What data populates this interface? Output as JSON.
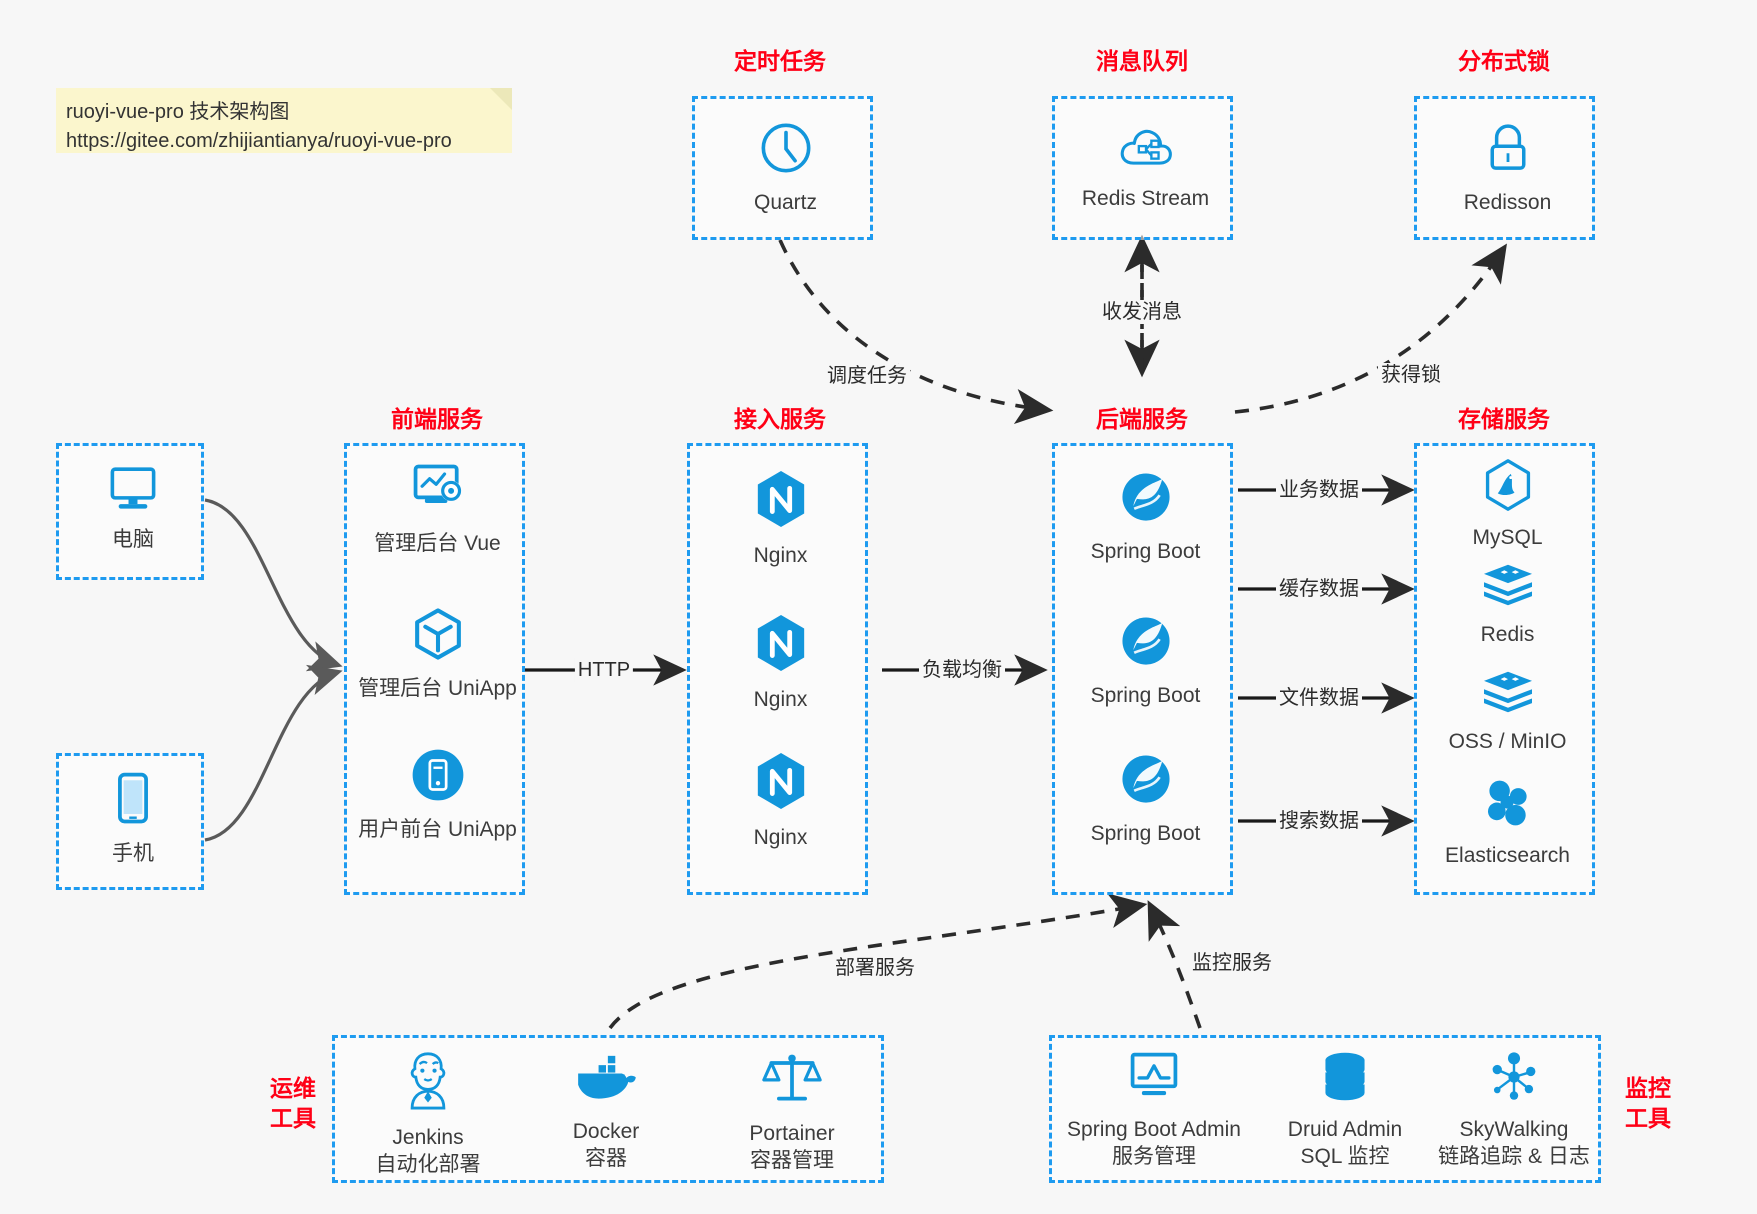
{
  "note": {
    "line1": "ruoyi-vue-pro 技术架构图",
    "line2": "https://gitee.com/zhijiantianya/ruoyi-vue-pro"
  },
  "colors": {
    "accent_blue": "#1e9bf0",
    "icon_blue": "#1296db",
    "title_red": "#ff0016",
    "text_dark": "#3c3c3c",
    "background": "#f7f7f7",
    "note_yellow": "#fbf6cd",
    "edge_gray": "#5a5a5a",
    "edge_dark": "#2b2b2b"
  },
  "groups": {
    "scheduler": {
      "title": "定时任务",
      "nodes": [
        {
          "label": "Quartz",
          "icon": "clock-icon"
        }
      ]
    },
    "mq": {
      "title": "消息队列",
      "nodes": [
        {
          "label": "Redis Stream",
          "icon": "cloud-stream-icon"
        }
      ]
    },
    "lock": {
      "title": "分布式锁",
      "nodes": [
        {
          "label": "Redisson",
          "icon": "lock-icon"
        }
      ]
    },
    "clients": {
      "title": "",
      "nodes": [
        {
          "label": "电脑",
          "icon": "desktop-icon"
        },
        {
          "label": "手机",
          "icon": "phone-icon"
        }
      ]
    },
    "frontend": {
      "title": "前端服务",
      "nodes": [
        {
          "label": "管理后台 Vue",
          "icon": "dashboard-gear-icon"
        },
        {
          "label": "管理后台 UniApp",
          "icon": "cube-icon"
        },
        {
          "label": "用户前台 UniApp",
          "icon": "mobile-app-icon"
        }
      ]
    },
    "gateway": {
      "title": "接入服务",
      "nodes": [
        {
          "label": "Nginx",
          "icon": "nginx-icon"
        },
        {
          "label": "Nginx",
          "icon": "nginx-icon"
        },
        {
          "label": "Nginx",
          "icon": "nginx-icon"
        }
      ]
    },
    "backend": {
      "title": "后端服务",
      "nodes": [
        {
          "label": "Spring Boot",
          "icon": "spring-icon"
        },
        {
          "label": "Spring Boot",
          "icon": "spring-icon"
        },
        {
          "label": "Spring Boot",
          "icon": "spring-icon"
        }
      ]
    },
    "storage": {
      "title": "存储服务",
      "nodes": [
        {
          "label": "MySQL",
          "icon": "mysql-icon"
        },
        {
          "label": "Redis",
          "icon": "redis-icon"
        },
        {
          "label": "OSS / MinIO",
          "icon": "oss-icon"
        },
        {
          "label": "Elasticsearch",
          "icon": "elasticsearch-icon"
        }
      ]
    },
    "ops": {
      "title": "运维\n工具",
      "title_line1": "运维",
      "title_line2": "工具",
      "nodes": [
        {
          "label": "Jenkins",
          "sub": "自动化部署",
          "icon": "jenkins-icon"
        },
        {
          "label": "Docker",
          "sub": "容器",
          "icon": "docker-icon"
        },
        {
          "label": "Portainer",
          "sub": "容器管理",
          "icon": "portainer-icon"
        }
      ]
    },
    "monitor": {
      "title_line1": "监控",
      "title_line2": "工具",
      "nodes": [
        {
          "label": "Spring Boot Admin",
          "sub": "服务管理",
          "icon": "monitor-chart-icon"
        },
        {
          "label": "Druid Admin",
          "sub": "SQL 监控",
          "icon": "database-icon"
        },
        {
          "label": "SkyWalking",
          "sub": "链路追踪 & 日志",
          "icon": "skywalking-icon"
        }
      ]
    }
  },
  "edges": [
    {
      "id": "sched-backend",
      "label": "调度任务",
      "style": "dashed"
    },
    {
      "id": "mq-backend",
      "label": "收发消息",
      "style": "dashed"
    },
    {
      "id": "backend-lock",
      "label": "获得锁",
      "style": "dashed"
    },
    {
      "id": "front-gateway",
      "label": "HTTP",
      "style": "solid"
    },
    {
      "id": "gateway-backend",
      "label": "负载均衡",
      "style": "solid"
    },
    {
      "id": "backend-mysql",
      "label": "业务数据",
      "style": "solid"
    },
    {
      "id": "backend-redis",
      "label": "缓存数据",
      "style": "solid"
    },
    {
      "id": "backend-oss",
      "label": "文件数据",
      "style": "solid"
    },
    {
      "id": "backend-es",
      "label": "搜索数据",
      "style": "solid"
    },
    {
      "id": "ops-backend",
      "label": "部署服务",
      "style": "dashed"
    },
    {
      "id": "monitor-backend",
      "label": "监控服务",
      "style": "dashed"
    }
  ]
}
